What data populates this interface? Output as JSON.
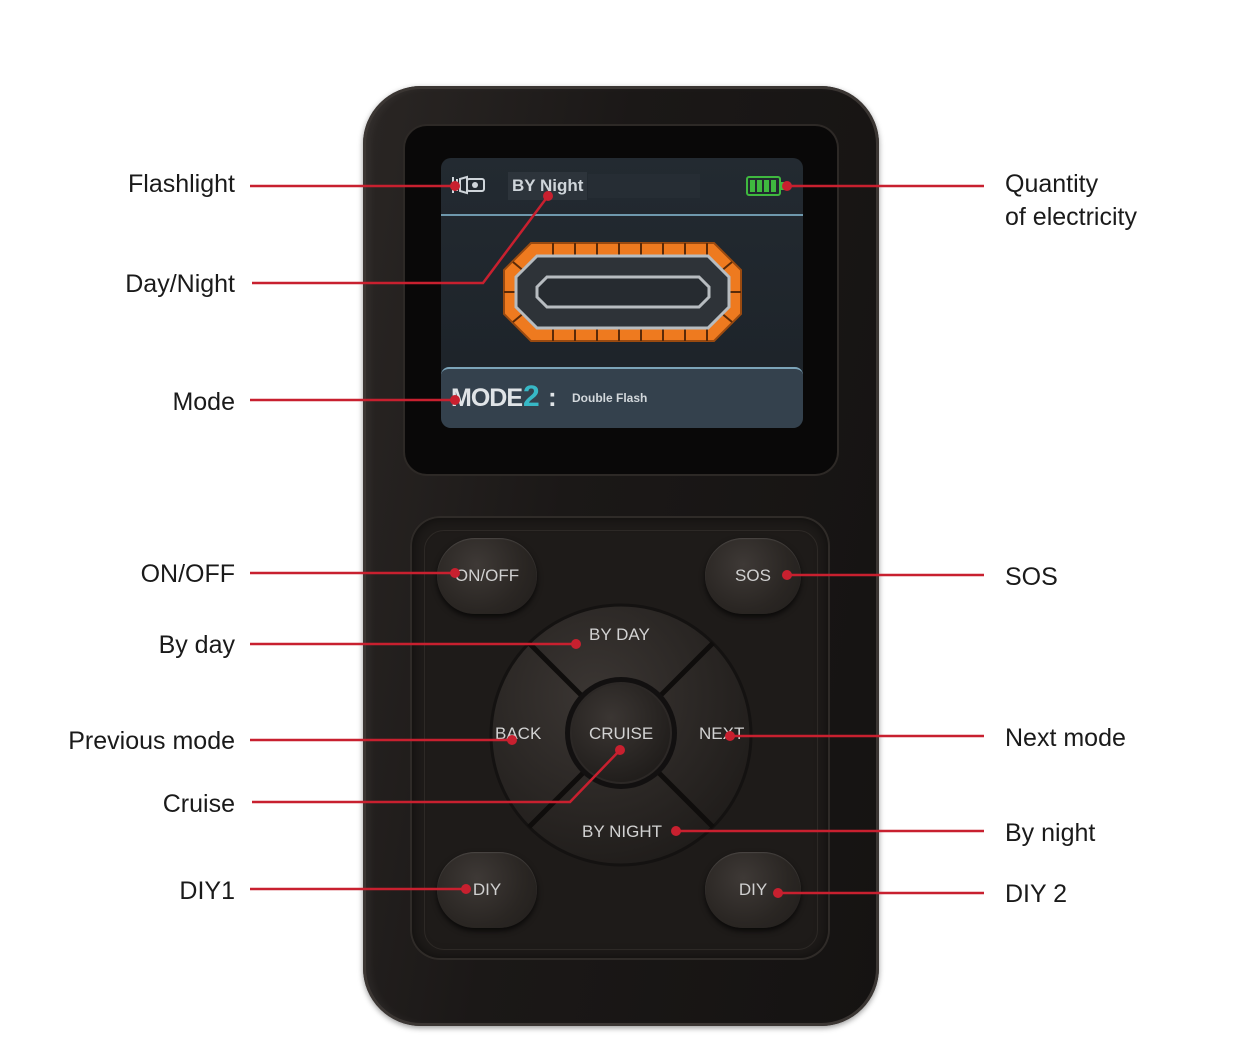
{
  "device_screen": {
    "status_text": "BY Night",
    "mode_word": "MODE",
    "mode_number": "2",
    "mode_separator": ":",
    "mode_name": "Double Flash"
  },
  "buttons": {
    "on_off": "ON/OFF",
    "sos": "SOS",
    "by_day": "BY DAY",
    "back": "BACK",
    "cruise": "CRUISE",
    "next": "NEXT",
    "by_night": "BY NIGHT",
    "diy1": "DIY",
    "diy2": "DIY"
  },
  "callouts": {
    "left": [
      {
        "id": "flashlight",
        "label": "Flashlight"
      },
      {
        "id": "day-night",
        "label": "Day/Night"
      },
      {
        "id": "mode",
        "label": "Mode"
      },
      {
        "id": "on-off",
        "label": "ON/OFF"
      },
      {
        "id": "by-day",
        "label": "By day"
      },
      {
        "id": "previous-mode",
        "label": "Previous mode"
      },
      {
        "id": "cruise",
        "label": "Cruise"
      },
      {
        "id": "diy1",
        "label": "DIY1"
      }
    ],
    "right": [
      {
        "id": "quantity",
        "label": "Quantity\nof electricity"
      },
      {
        "id": "sos",
        "label": "SOS"
      },
      {
        "id": "next-mode",
        "label": "Next mode"
      },
      {
        "id": "by-night",
        "label": "By night"
      },
      {
        "id": "diy2",
        "label": "DIY 2"
      }
    ]
  },
  "colors": {
    "callout_line": "#c8202f",
    "screen_accent": "#37b8c6",
    "battery": "#3fb93f",
    "lightbar": "#ee7a1f"
  },
  "icons": [
    "flashlight-icon",
    "battery-icon",
    "lightbar-icon"
  ]
}
